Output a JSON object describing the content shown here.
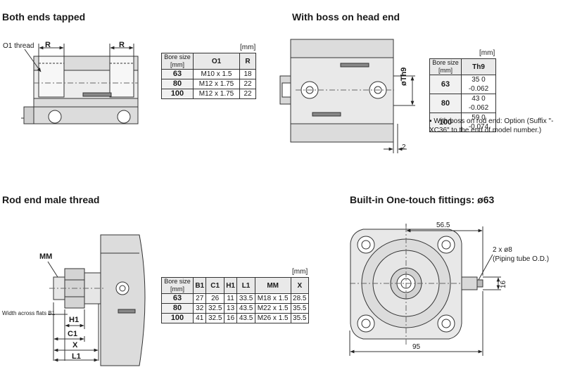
{
  "titles": {
    "both_ends": "Both ends tapped",
    "boss_head": "With boss on head end",
    "rod_end": "Rod end male thread",
    "fittings": "Built-in One-touch fittings: ø63"
  },
  "both_ends": {
    "labels": {
      "o1_thread": "O1 thread",
      "r_left": "R",
      "r_right": "R"
    },
    "unit": "[mm]",
    "headers": [
      "Bore size [mm]",
      "O1",
      "R"
    ],
    "rows": [
      [
        "63",
        "M10 x 1.5",
        "18"
      ],
      [
        "80",
        "M12 x 1.75",
        "22"
      ],
      [
        "100",
        "M12 x 1.75",
        "22"
      ]
    ]
  },
  "boss_head": {
    "labels": {
      "th9": "øTh9",
      "dim2": "2"
    },
    "unit": "[mm]",
    "headers": [
      "Bore size [mm]",
      "Th9"
    ],
    "rows": [
      [
        "63",
        "35 0 -0.062"
      ],
      [
        "80",
        "43 0 -0.062"
      ],
      [
        "100",
        "59 0 -0.074"
      ]
    ],
    "note": "With boss on rod end: Option (Suffix \"-XC36\" to the end of model number.)"
  },
  "rod_end": {
    "labels": {
      "mm": "MM",
      "width_flats": "Width across flats B1",
      "h1": "H1",
      "c1": "C1",
      "x": "X",
      "l1": "L1"
    },
    "unit": "[mm]",
    "headers": [
      "Bore size [mm]",
      "B1",
      "C1",
      "H1",
      "L1",
      "MM",
      "X"
    ],
    "rows": [
      [
        "63",
        "27",
        "26",
        "11",
        "33.5",
        "M18 x 1.5",
        "28.5"
      ],
      [
        "80",
        "32",
        "32.5",
        "13",
        "43.5",
        "M22 x 1.5",
        "35.5"
      ],
      [
        "100",
        "41",
        "32.5",
        "16",
        "43.5",
        "M26 x 1.5",
        "35.5"
      ]
    ]
  },
  "fittings": {
    "labels": {
      "dim_565": "56.5",
      "dim_95": "95",
      "dim_16": "16",
      "port": "2 x ø8",
      "tube": "(Piping tube O.D.)"
    }
  }
}
